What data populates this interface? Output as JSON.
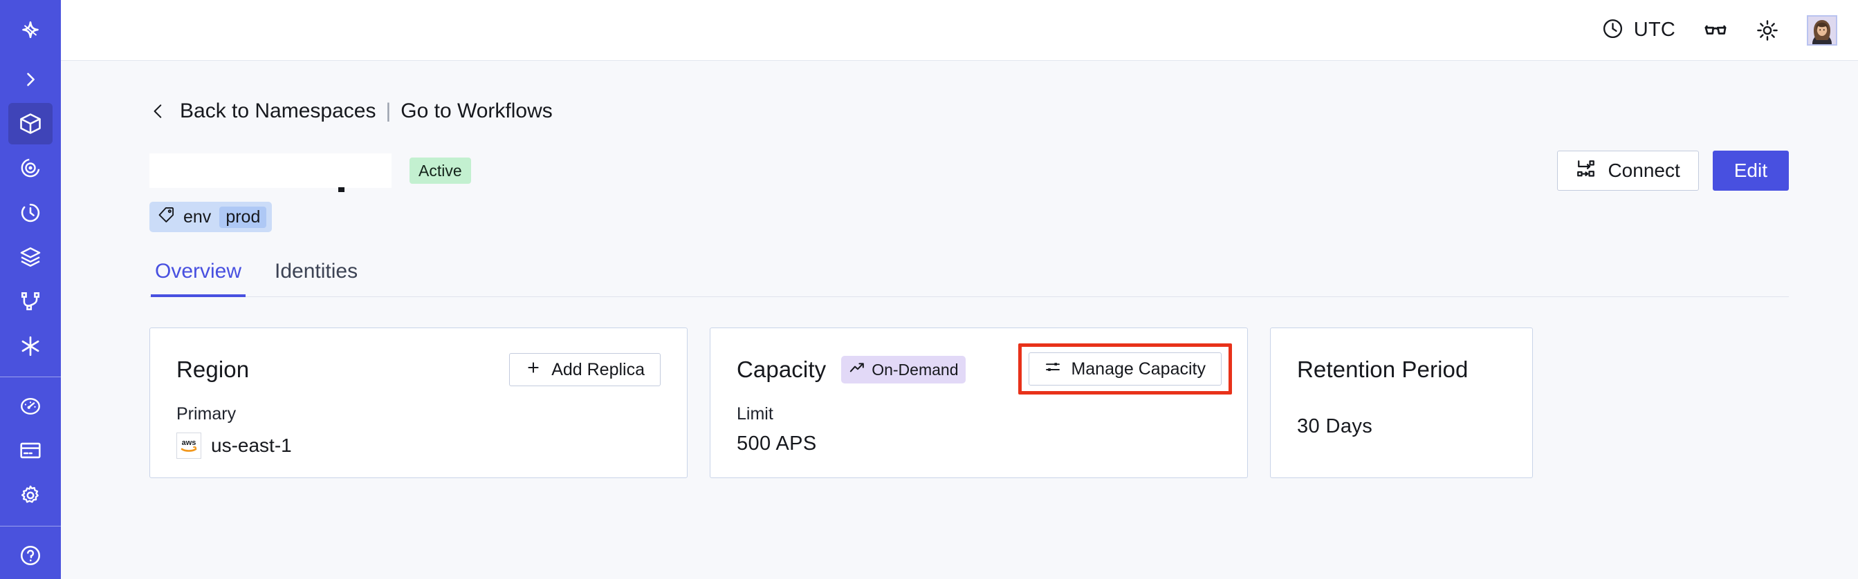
{
  "sidebar": {
    "items": [
      {
        "name": "logo",
        "icon": "four-point-star-logo-icon"
      },
      {
        "name": "expand",
        "icon": "chevron-right-icon"
      },
      {
        "name": "namespaces",
        "icon": "cube-icon",
        "active": true
      },
      {
        "name": "observability",
        "icon": "eye-spiral-icon"
      },
      {
        "name": "history",
        "icon": "timer-icon"
      },
      {
        "name": "schedules",
        "icon": "layers-icon"
      },
      {
        "name": "workflows",
        "icon": "git-branch-icon"
      },
      {
        "name": "integrations",
        "icon": "asterisk-icon"
      },
      {
        "name": "usage",
        "icon": "gauge-icon"
      },
      {
        "name": "billing",
        "icon": "credit-card-icon"
      },
      {
        "name": "settings",
        "icon": "gear-icon"
      }
    ]
  },
  "header": {
    "timezone_label": "UTC",
    "clock_icon": "clock-icon",
    "glasses_icon": "glasses-icon",
    "theme_icon": "sun-icon",
    "avatar_icon": "user-avatar"
  },
  "breadcrumb": {
    "back_icon": "chevron-left-icon",
    "back_label": "Back to Namespaces",
    "separator": "|",
    "forward_label": "Go to Workflows"
  },
  "namespace": {
    "name": "",
    "status": "Active",
    "tag": {
      "icon": "tag-icon",
      "key": "env",
      "value": "prod"
    }
  },
  "actions": {
    "connect_label": "Connect",
    "connect_icon": "connect-nodes-icon",
    "edit_label": "Edit"
  },
  "tabs": [
    {
      "label": "Overview",
      "active": true
    },
    {
      "label": "Identities",
      "active": false
    }
  ],
  "cards": {
    "region": {
      "title": "Region",
      "action_label": "Add Replica",
      "action_icon": "plus-icon",
      "sub_label": "Primary",
      "provider_icon": "aws-logo",
      "value": "us-east-1"
    },
    "capacity": {
      "title": "Capacity",
      "badge_label": "On-Demand",
      "badge_icon": "trending-up-icon",
      "action_label": "Manage Capacity",
      "action_icon": "sliders-icon",
      "sub_label": "Limit",
      "value": "500 APS",
      "highlighted": true,
      "highlight_color": "#e8321a"
    },
    "retention": {
      "title": "Retention Period",
      "value": "30 Days"
    }
  },
  "colors": {
    "sidebar": "#4a52dd",
    "sidebar_active": "#3f44b8",
    "accent": "#4850e0",
    "page_bg": "#f7f8fb",
    "status_active_bg": "#c3f0d0",
    "badge_purple_bg": "#e2d9f7",
    "tag_bg": "#cbdcf8",
    "tag_value_bg": "#aec8f5",
    "highlight": "#e8321a"
  }
}
